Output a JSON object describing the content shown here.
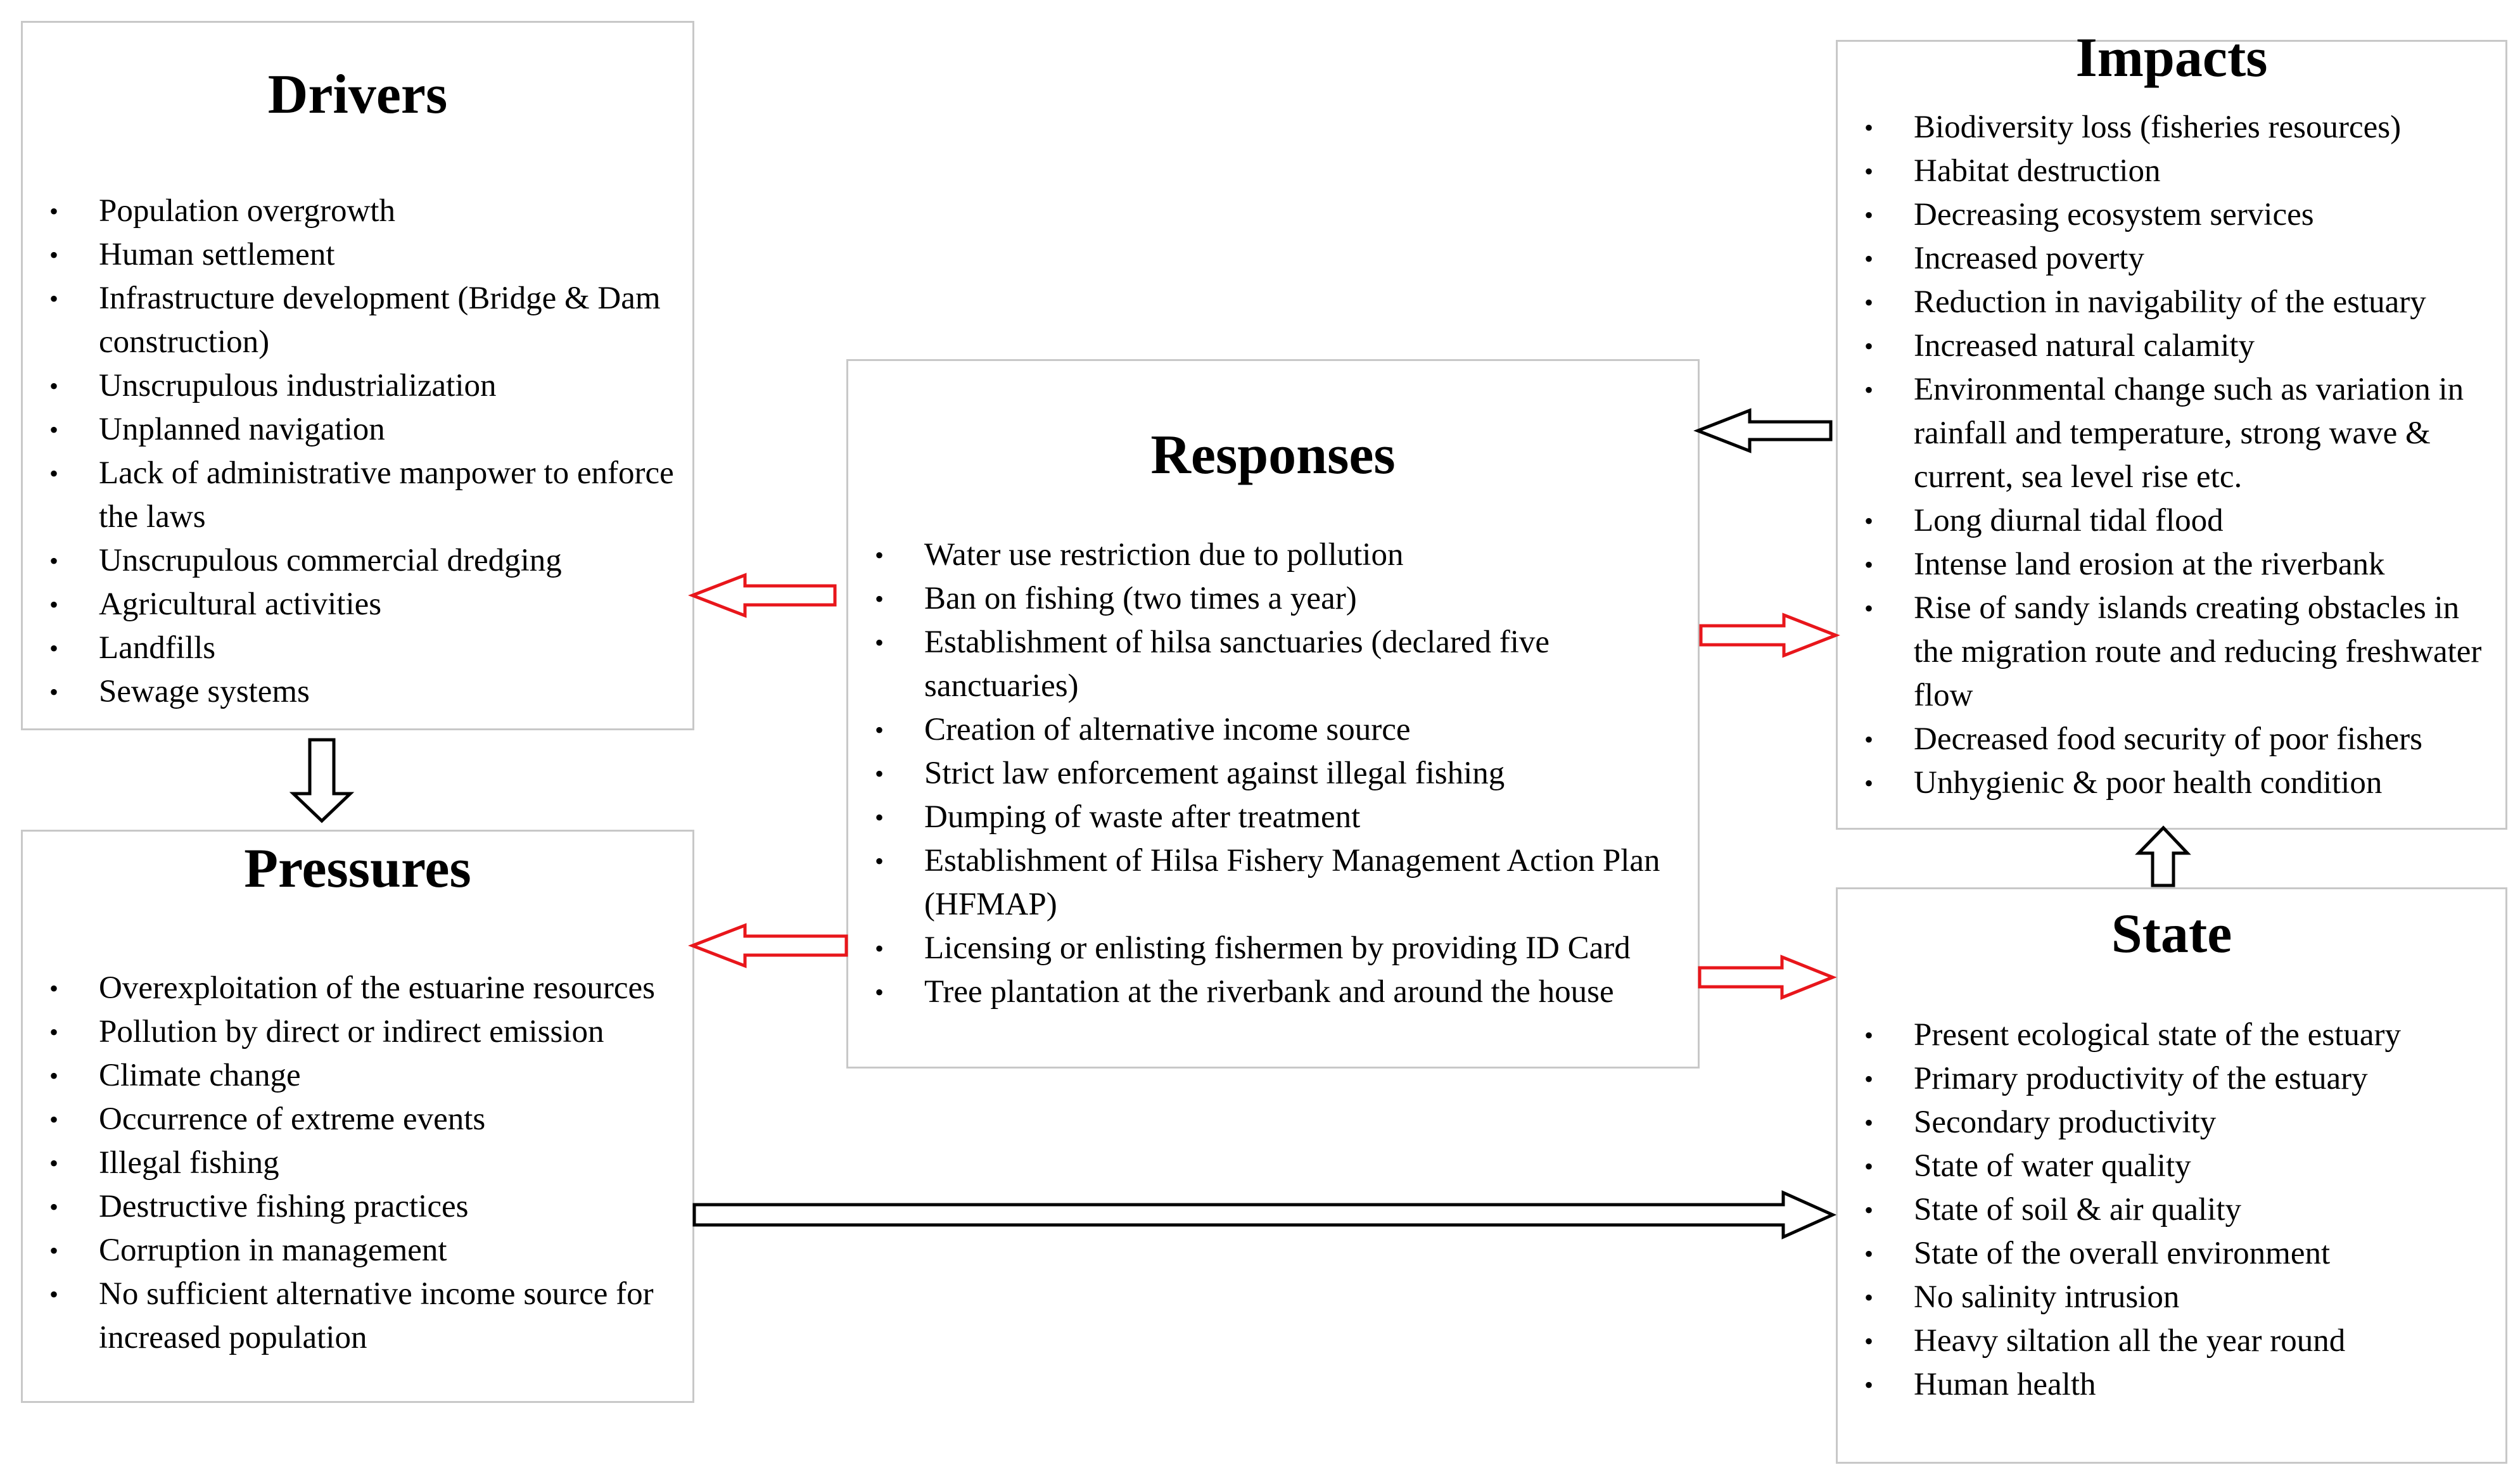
{
  "drivers": {
    "title": "Drivers",
    "items": [
      "Population overgrowth",
      "Human settlement",
      "Infrastructure development (Bridge & Dam construction)",
      "Unscrupulous industrialization",
      "Unplanned navigation",
      "Lack of administrative manpower to enforce the laws",
      "Unscrupulous commercial dredging",
      "Agricultural activities",
      "Landfills",
      "Sewage systems"
    ]
  },
  "pressures": {
    "title": "Pressures",
    "items": [
      "Overexploitation of the estuarine resources",
      "Pollution by direct or indirect emission",
      "Climate change",
      "Occurrence of extreme events",
      "Illegal fishing",
      "Destructive fishing practices",
      "Corruption in management",
      "No sufficient alternative income source for increased population"
    ]
  },
  "responses": {
    "title": "Responses",
    "items": [
      "Water use restriction due to pollution",
      "Ban on fishing (two times a year)",
      "Establishment of hilsa sanctuaries (declared five sanctuaries)",
      "Creation of alternative income source",
      "Strict law enforcement against illegal fishing",
      "Dumping of waste after treatment",
      "Establishment of Hilsa Fishery Management Action Plan (HFMAP)",
      "Licensing or enlisting fishermen by providing ID Card",
      "Tree plantation at the riverbank and around the house"
    ]
  },
  "impacts": {
    "title": "Impacts",
    "items": [
      "Biodiversity loss (fisheries resources)",
      "Habitat destruction",
      "Decreasing ecosystem services",
      "Increased poverty",
      "Reduction in navigability of the estuary",
      "Increased natural calamity",
      "Environmental change such as variation in rainfall and temperature, strong wave & current, sea level rise etc.",
      "Long diurnal tidal flood",
      "Intense land erosion at the riverbank",
      "Rise of sandy islands creating obstacles in the migration route and reducing freshwater flow",
      "Decreased food security of poor fishers",
      "Unhygienic & poor health condition"
    ]
  },
  "state": {
    "title": "State",
    "items": [
      "Present ecological state of the estuary",
      "Primary productivity of the estuary",
      "Secondary productivity",
      "State of water quality",
      "State of soil & air quality",
      "State of the overall environment",
      "No salinity intrusion",
      "Heavy siltation all the year round",
      "Human health"
    ]
  },
  "colors": {
    "response_arrow": "#e8161b",
    "flow_arrow": "#000000",
    "box_border": "#c8c8c8"
  }
}
